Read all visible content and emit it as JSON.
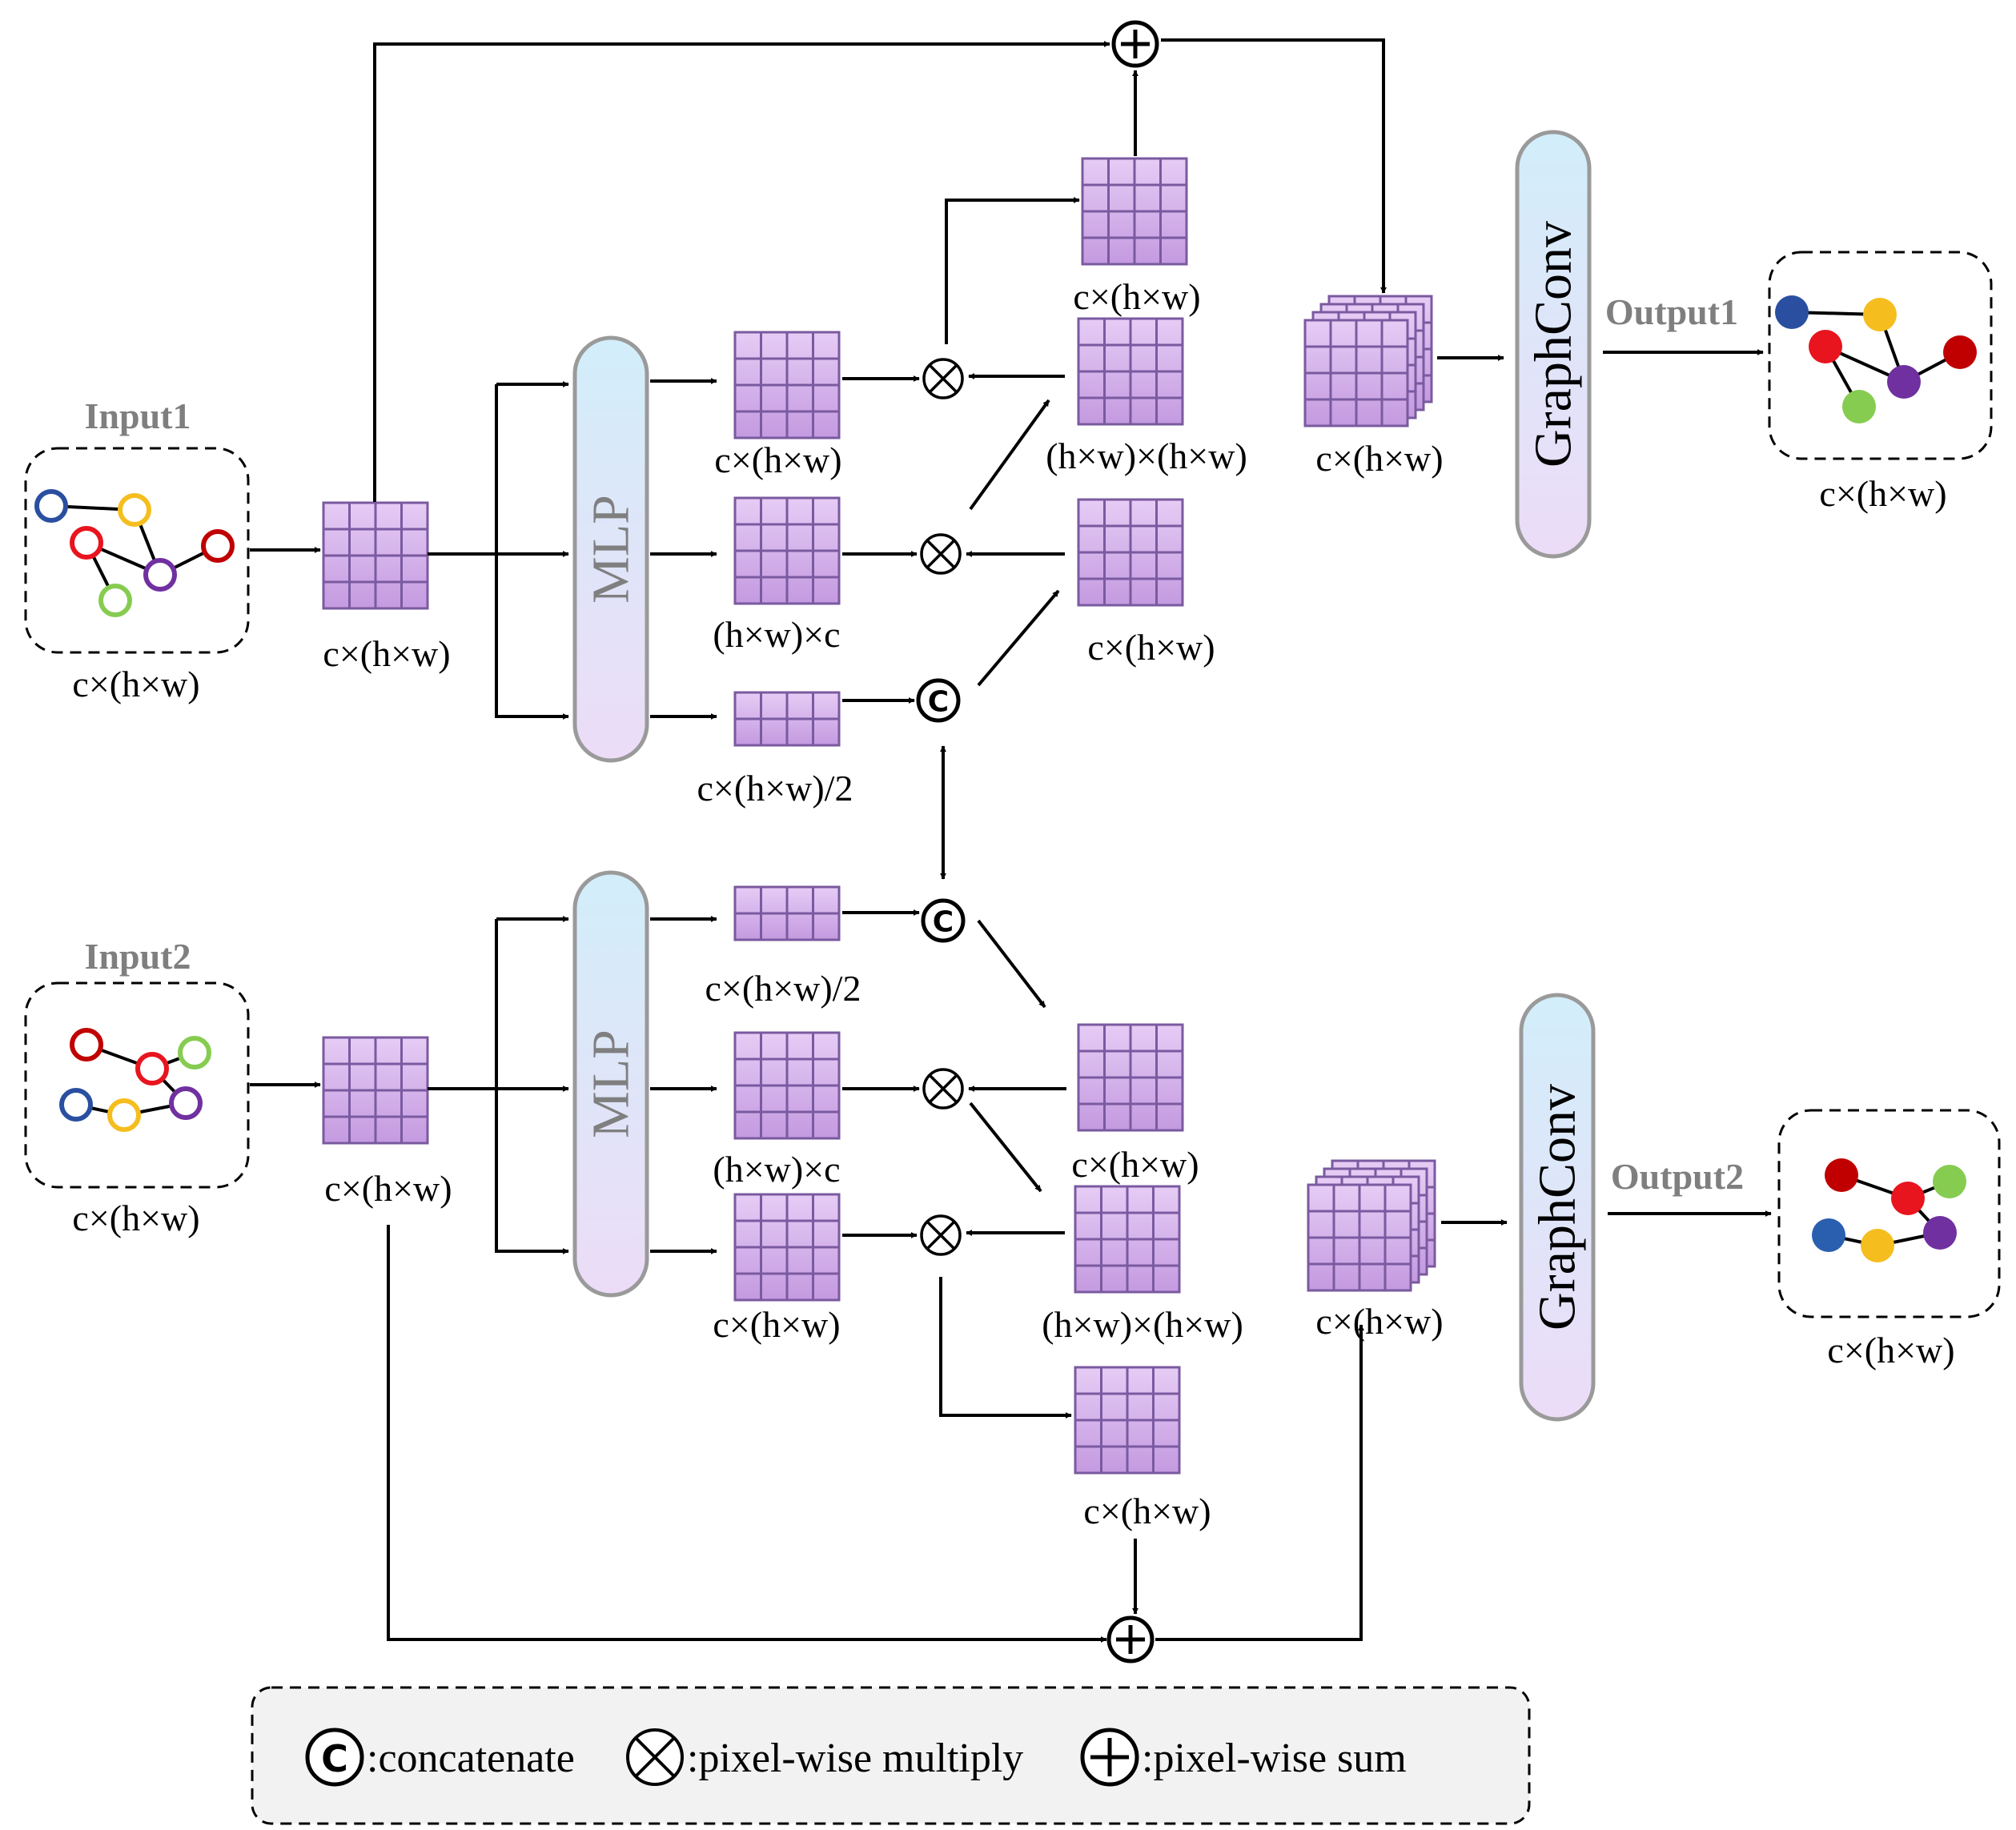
{
  "inputs": {
    "input1_title": "Input1",
    "input2_title": "Input2"
  },
  "outputs": {
    "output1_title": "Output1",
    "output2_title": "Output2"
  },
  "blocks": {
    "mlp_label": "MLP",
    "graphconv_label": "GraphConv"
  },
  "dims": {
    "c_hw": "c×(h×w)",
    "hw_c": "(h×w)×c",
    "hw_hw": "(h×w)×(h×w)",
    "c_hw_half": "c×(h×w)/2"
  },
  "legend": {
    "concat_symbol": "C",
    "concat_label": ":concatenate",
    "multiply_label": ":pixel-wise multiply",
    "sum_label": ":pixel-wise sum"
  },
  "colors": {
    "grid_top": "#e6ccf5",
    "grid_bottom": "#c49ae0",
    "grid_line": "#7a5aa0",
    "pill_top": "#d2eefa",
    "pill_bottom": "#ecdcf7",
    "pill_stroke": "#9a9a9a",
    "node_blue": "#2a4fa0",
    "node_yellow": "#f5be1e",
    "node_red": "#e8141e",
    "node_darkred": "#c00000",
    "node_green": "#86cc50",
    "node_purple": "#7030a0",
    "legend_bg": "#f2f2f2"
  }
}
